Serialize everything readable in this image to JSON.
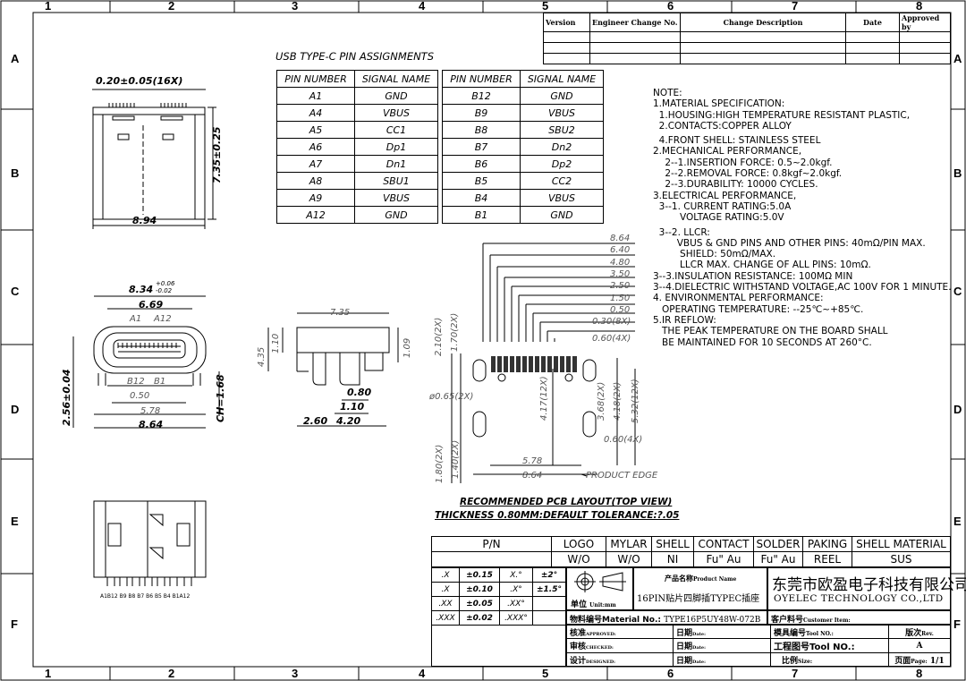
{
  "zones": {
    "columns": [
      "1",
      "2",
      "3",
      "4",
      "5",
      "6",
      "7",
      "8"
    ],
    "rows": [
      "A",
      "B",
      "C",
      "D",
      "E",
      "F"
    ]
  },
  "revision_header": {
    "version": "Version",
    "engineer_change": "Engineer Change No.",
    "change_description": "Change Description",
    "date": "Date",
    "approved": "Approved by"
  },
  "pin_table": {
    "title": "USB TYPE-C PIN ASSIGNMENTS",
    "headers": [
      "PIN NUMBER",
      "SIGNAL NAME",
      "PIN NUMBER",
      "SIGNAL NAME"
    ],
    "rows": [
      [
        "A1",
        "GND",
        "B12",
        "GND"
      ],
      [
        "A4",
        "VBUS",
        "B9",
        "VBUS"
      ],
      [
        "A5",
        "CC1",
        "B8",
        "SBU2"
      ],
      [
        "A6",
        "Dp1",
        "B7",
        "Dn2"
      ],
      [
        "A7",
        "Dn1",
        "B6",
        "Dp2"
      ],
      [
        "A8",
        "SBU1",
        "B5",
        "CC2"
      ],
      [
        "A9",
        "VBUS",
        "B4",
        "VBUS"
      ],
      [
        "A12",
        "GND",
        "B1",
        "GND"
      ]
    ]
  },
  "dimensions": {
    "top_view": {
      "pin_width": "0.20±0.05(16X)",
      "height": "7.35±0.25",
      "width": "8.94"
    },
    "front_view": {
      "outer": "8.34",
      "outer_tol_plus": "+0.06",
      "outer_tol_minus": "-0.02",
      "inner": "6.69",
      "a1": "A1",
      "a12": "A12",
      "b12": "B12",
      "b1": "B1",
      "pitch": "0.50",
      "span": "5.78",
      "base": "8.64",
      "height_left": "2.56±0.04",
      "ch": "CH=1.68"
    },
    "side_view": {
      "length": "7.35",
      "h1": "4.35",
      "h2": "1.10",
      "h3": "1.09",
      "d1": "0.80",
      "d2": "1.10",
      "d3": "2.60",
      "d4": "4.20"
    },
    "pcb": {
      "top_dims": [
        "8.64",
        "6.40",
        "4.80",
        "3.50",
        "2.50",
        "1.50",
        "0.50",
        "0.30(8X)",
        "0.60(4X)"
      ],
      "v1": "2.10(2X)",
      "v2": "1.70(2X)",
      "hole": "ø0.65(2X)",
      "v3": "4.17(12X)",
      "v4": "3.68(2X)",
      "v5": "4.18(2X)",
      "v6": "5.32(12X)",
      "slot": "0.60(4X)",
      "b1": "1.80(2X)",
      "b2": "1.40(2X)",
      "span": "5.78",
      "base": "8.64",
      "edge": "PRODUCT EDGE"
    },
    "pcb_caption_1": "RECOMMENDED PCB LAYOUT(TOP VIEW)",
    "pcb_caption_2": "THICKNESS 0.80MM:DEFAULT TOLERANCE:?.05",
    "bottom_labels": "A1B12   B9   B8   B7   B6   B5   B4   B1A12"
  },
  "notes": [
    "NOTE:",
    "1.MATERIAL SPECIFICATION:",
    "  1.HOUSING:HIGH TEMPERATURE RESISTANT PLASTIC,",
    "  2.CONTACTS:COPPER ALLOY",
    "",
    "  4.FRONT SHELL: STAINLESS STEEL",
    "2.MECHANICAL PERFORMANCE,",
    "    2--1.INSERTION FORCE: 0.5~2.0kgf.",
    "    2--2.REMOVAL FORCE: 0.8kgf~2.0kgf.",
    "    2--3.DURABILITY: 10000 CYCLES.",
    "3.ELECTRICAL PERFORMANCE,",
    "  3--1. CURRENT RATING:5.0A",
    "         VOLTAGE RATING:5.0V",
    "",
    "  3--2. LLCR:",
    "        VBUS & GND PINS AND OTHER PINS: 40mΩ/PIN MAX.",
    "         SHIELD: 50mΩ/MAX.",
    "         LLCR MAX. CHANGE OF ALL PINS: 10mΩ.",
    "3--3.INSULATION RESISTANCE: 100MΩ   MIN",
    "3--4.DIELECTRIC WITHSTAND VOLTAGE,AC 100V FOR 1 MINUTE.",
    "4. ENVIRONMENTAL PERFORMANCE:",
    "   OPERATING TEMPERATURE: --25℃~+85℃.",
    "5.IR REFLOW:",
    "   THE PEAK TEMPERATURE ON THE BOARD SHALL",
    "   BE MAINTAINED FOR 10 SECONDS AT 260°C."
  ],
  "spec_table": {
    "headers": [
      "P/N",
      "LOGO",
      "MYLAR",
      "SHELL",
      "CONTACT",
      "SOLDER",
      "PAKING",
      "SHELL MATERIAL"
    ],
    "values": [
      "",
      "W/O",
      "W/O",
      "NI",
      "Fu\" Au",
      "Fu\" Au",
      "REEL",
      "SUS"
    ]
  },
  "tolerance": {
    "rows": [
      [
        ".X",
        "±0.15",
        "X.°",
        "±2°"
      ],
      [
        ".X",
        "±0.10",
        ".X°",
        "±1.5°"
      ],
      [
        ".XX",
        "±0.05",
        ".XX°",
        ""
      ],
      [
        ".XXX",
        "±0.02",
        ".XXX°",
        ""
      ]
    ],
    "unit_label": "单位",
    "unit_value": "Unit:mm"
  },
  "title_block": {
    "product_name_label": "产品名称",
    "product_name_en": "Product Name",
    "product_name": "16PIN贴片四脚插TYPEC插座",
    "company_cn": "东莞市欧盈电子科技有限公司",
    "company_en": "OYELEC TECHNOLOGY CO.,LTD",
    "material_label": "物料编号",
    "material_en": "Material No.:",
    "material_no": "TYPE16P5UY48W-072B",
    "customer_label": "客户料号",
    "customer_en": "Customer Item:",
    "approved_label": "核准",
    "approved_en": "APPROVED:",
    "checked_label": "审核",
    "checked_en": "CHECKED:",
    "designed_label": "设计",
    "designed_en": "DESIGNED:",
    "date_label": "日期",
    "date_en": "Date:",
    "tool_label": "模具编号",
    "tool_en": "Tool NO.:",
    "rev_label": "版次",
    "rev_en": "Rev.",
    "rev_value": "A",
    "drawing_label": "工程图号",
    "drawing_en": "Tool NO.:",
    "scale_label": "比例",
    "scale_en": "Size:",
    "page_label": "页面",
    "page_en": "Page:",
    "page_value": "1/1"
  }
}
